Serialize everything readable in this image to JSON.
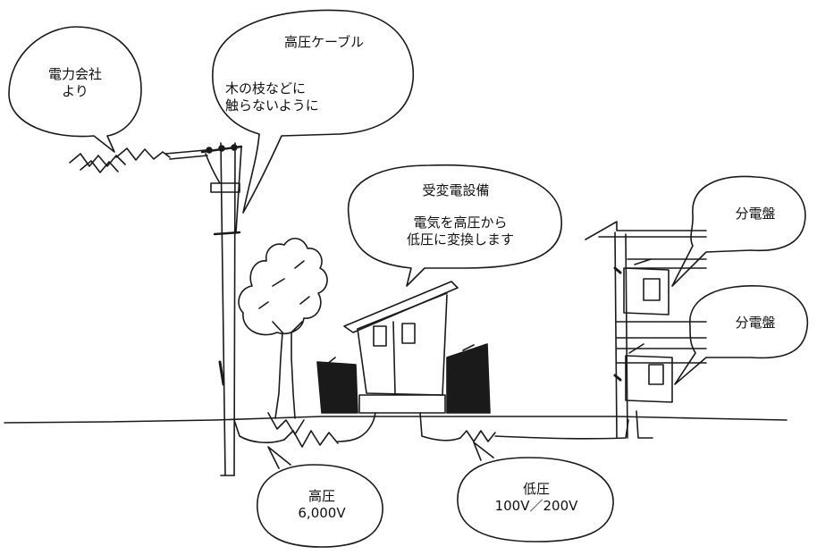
{
  "bubbles": {
    "power_company": {
      "line1": "電力会社",
      "line2": "より"
    },
    "high_voltage_cable": {
      "title": "高圧ケーブル",
      "line1": "木の枝などに",
      "line2": "触らないように"
    },
    "substation": {
      "title": "受変電設備",
      "line1": "電気を高圧から",
      "line2": "低圧に変換します"
    },
    "panel_upper": {
      "text": "分電盤"
    },
    "panel_lower": {
      "text": "分電盤"
    },
    "high_voltage": {
      "line1": "高圧",
      "line2": "6,000V"
    },
    "low_voltage": {
      "line1": "低圧",
      "line2": "100V／200V"
    }
  },
  "colors": {
    "ink": "#1a1a1a",
    "paper": "#ffffff"
  }
}
